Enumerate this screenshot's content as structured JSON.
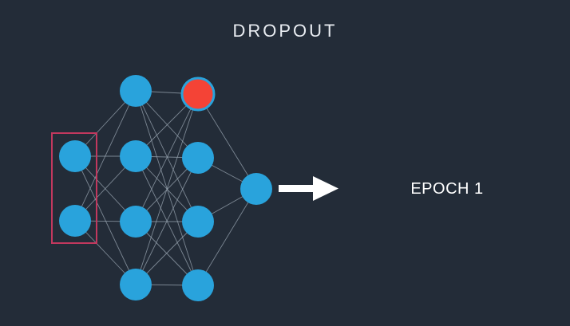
{
  "title": "DROPOUT",
  "epoch_label": "EPOCH 1",
  "colors": {
    "background": "#232c38",
    "node": "#29a3dc",
    "dropped_node": "#f44336",
    "edge": "#9aa6b2",
    "highlight_box": "#c2385e",
    "arrow": "#ffffff"
  },
  "network": {
    "layers": [
      2,
      4,
      4,
      1
    ],
    "dropped_nodes": [
      {
        "layer": 2,
        "index": 0
      }
    ],
    "highlighted_layer": 0
  }
}
